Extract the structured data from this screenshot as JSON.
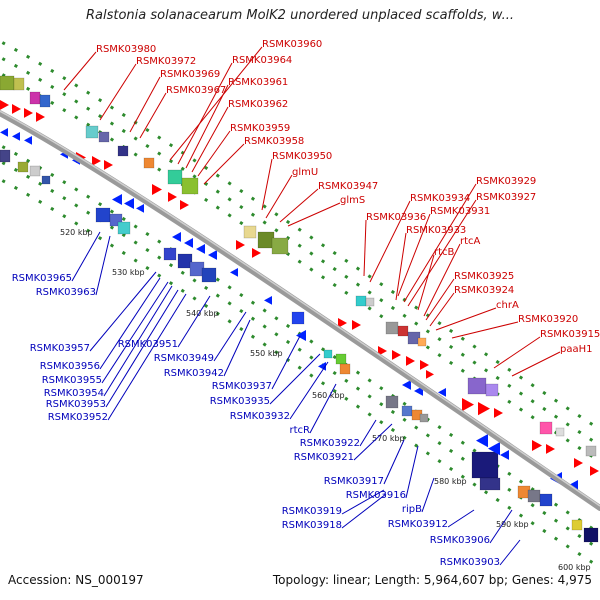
{
  "title": "Ralstonia solanacearum MolK2 unordered unplaced scaffolds, w...",
  "footer": {
    "accession": "Accession: NS_000197",
    "topology": "Topology: linear; Length: 5,964,607 bp; Genes: 4,975"
  },
  "colors": {
    "upper_label": "#cc0000",
    "lower_label": "#0000bb",
    "upper_arrow": "#ff0000",
    "lower_arrow": "#0022ff",
    "backbone": "#909090",
    "frame_dot": "#2e8b2e"
  },
  "ticks": [
    "520 kbp",
    "530 kbp",
    "540 kbp",
    "550 kbp",
    "560 kbp",
    "570 kbp",
    "580 kbp",
    "590 kbp",
    "600 kbp"
  ],
  "upper_labels": [
    "RSMK03980",
    "RSMK03972",
    "RSMK03969",
    "RSMK03967",
    "RSMK03960",
    "RSMK03964",
    "RSMK03961",
    "RSMK03962",
    "RSMK03959",
    "RSMK03958",
    "RSMK03950",
    "glmU",
    "RSMK03947",
    "glmS",
    "RSMK03936",
    "RSMK03934",
    "RSMK03933",
    "RSMK03931",
    "RSMK03929",
    "RSMK03927",
    "rtcB",
    "rtcA",
    "RSMK03925",
    "RSMK03924",
    "chrA",
    "RSMK03920",
    "RSMK03915",
    "paaH1"
  ],
  "lower_labels": [
    "RSMK03965",
    "RSMK03963",
    "RSMK03957",
    "RSMK03956",
    "RSMK03955",
    "RSMK03954",
    "RSMK03953",
    "RSMK03952",
    "RSMK03951",
    "RSMK03949",
    "RSMK03942",
    "RSMK03937",
    "RSMK03935",
    "RSMK03932",
    "rtcR",
    "RSMK03922",
    "RSMK03921",
    "RSMK03917",
    "RSMK03916",
    "RSMK03919",
    "RSMK03918",
    "ripB",
    "RSMK03912",
    "RSMK03906",
    "RSMK03903"
  ]
}
